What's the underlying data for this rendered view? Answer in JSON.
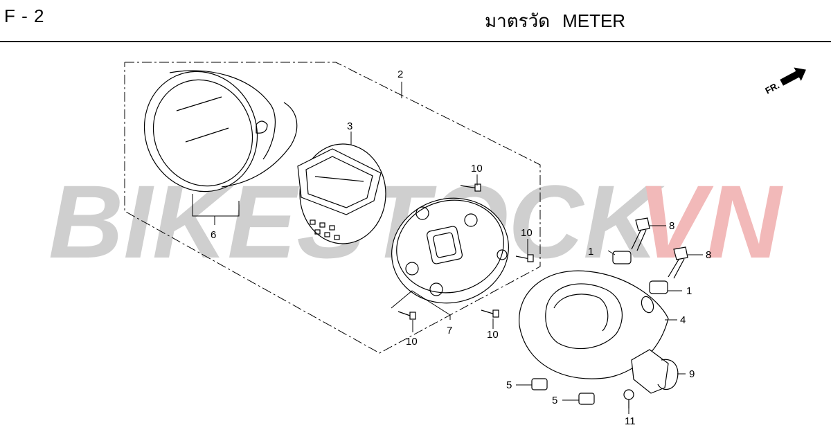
{
  "header": {
    "page_code": "F - 2",
    "title_thai": "มาตรวัด",
    "title_en": "METER"
  },
  "direction_marker": {
    "label": "FR."
  },
  "watermark": {
    "text_main": "BIKESTOCK",
    "text_accent": "VN",
    "color_main": "#cfcfcf",
    "color_accent": "#f2b9b9"
  },
  "callouts": {
    "c1a": "1",
    "c1b": "1",
    "c2": "2",
    "c3": "3",
    "c4": "4",
    "c5a": "5",
    "c5b": "5",
    "c6": "6",
    "c7": "7",
    "c8a": "8",
    "c8b": "8",
    "c9": "9",
    "c10a": "10",
    "c10b": "10",
    "c10c": "10",
    "c10d": "10",
    "c11": "11"
  },
  "icons": [
    "fr-arrow-icon"
  ]
}
